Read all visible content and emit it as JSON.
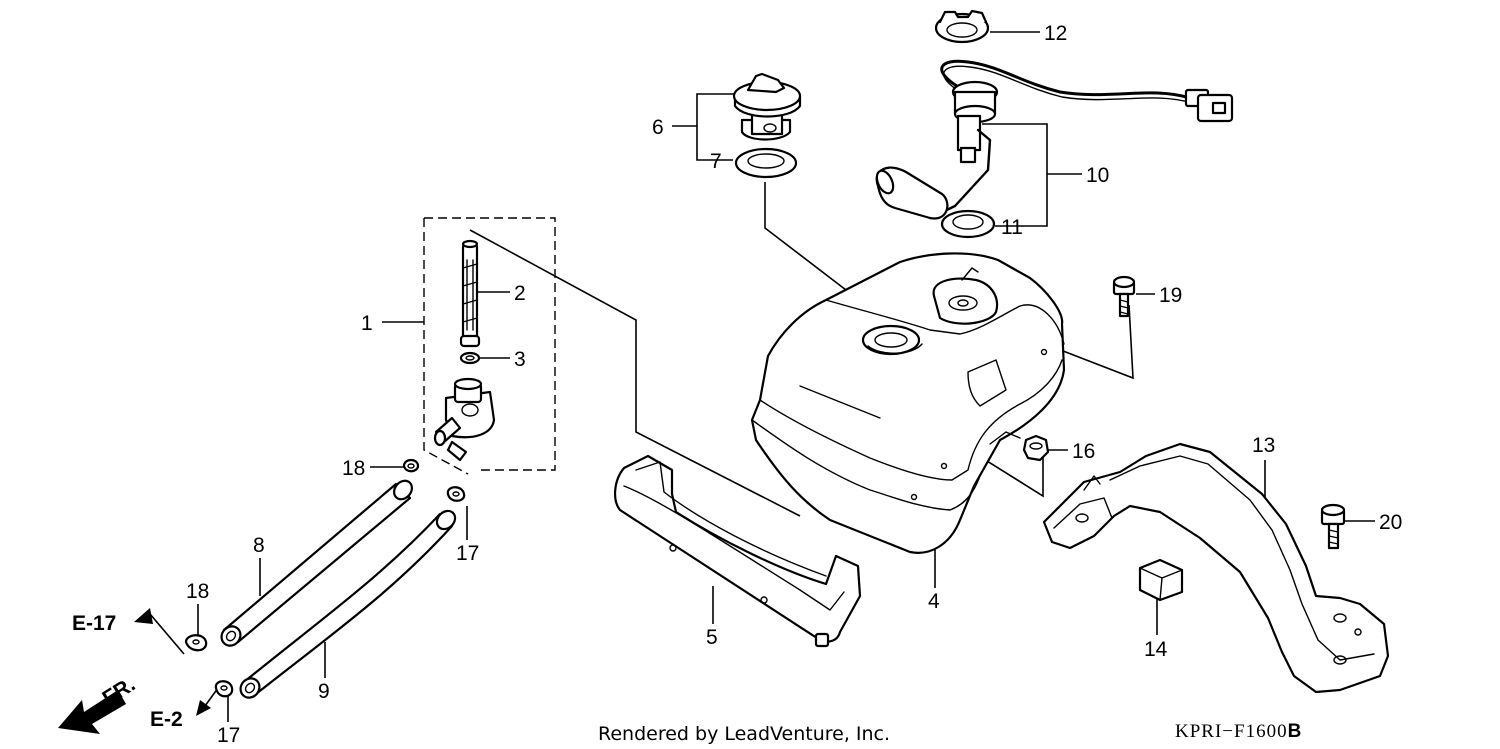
{
  "diagram": {
    "callouts": [
      "1",
      "2",
      "3",
      "4",
      "5",
      "6",
      "7",
      "8",
      "9",
      "10",
      "11",
      "12",
      "13",
      "14",
      "16",
      "17",
      "17",
      "18",
      "18",
      "19",
      "20"
    ],
    "references": [
      "E-17",
      "E-2"
    ],
    "front_marker": "FR.",
    "footer_text": "Rendered by LeadVenture, Inc.",
    "diagram_code": "KPRI−F1600",
    "diagram_code_suffix": "B"
  }
}
